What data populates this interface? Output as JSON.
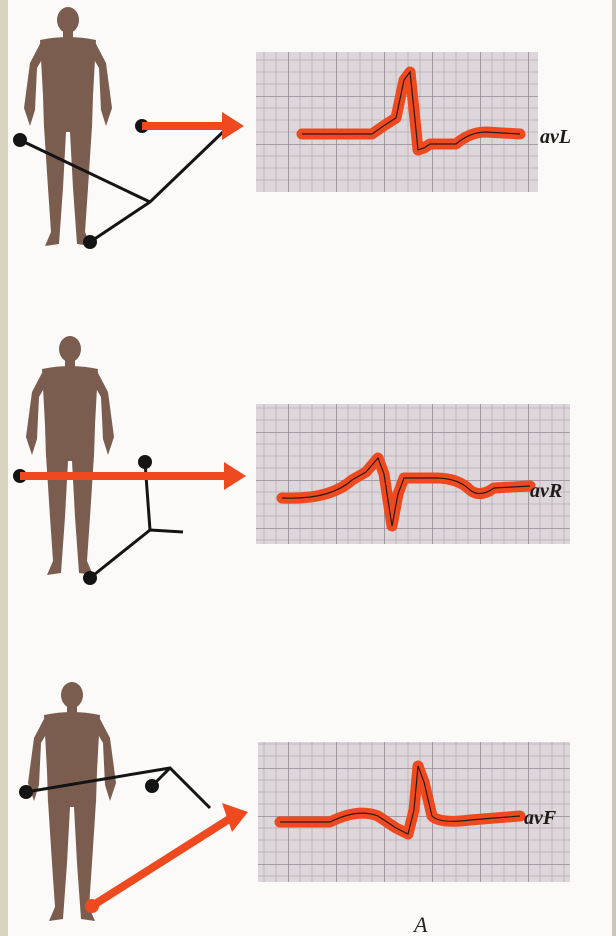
{
  "figure": {
    "panel_label": "A",
    "leads": [
      {
        "id": "avl",
        "label": "avL"
      },
      {
        "id": "avr",
        "label": "avR"
      },
      {
        "id": "avf",
        "label": "avF"
      }
    ]
  },
  "colors": {
    "body": "#7b5d50",
    "signal": "#ef4a1f",
    "wire": "#141414",
    "grid_bg": "#ddd6da",
    "grid_line": "#b7aeb5",
    "grid_major": "#948a94"
  },
  "icons": {
    "figure": "human-silhouette-icon",
    "electrode": "electrode-dot-icon",
    "arrow": "arrow-right-icon"
  }
}
